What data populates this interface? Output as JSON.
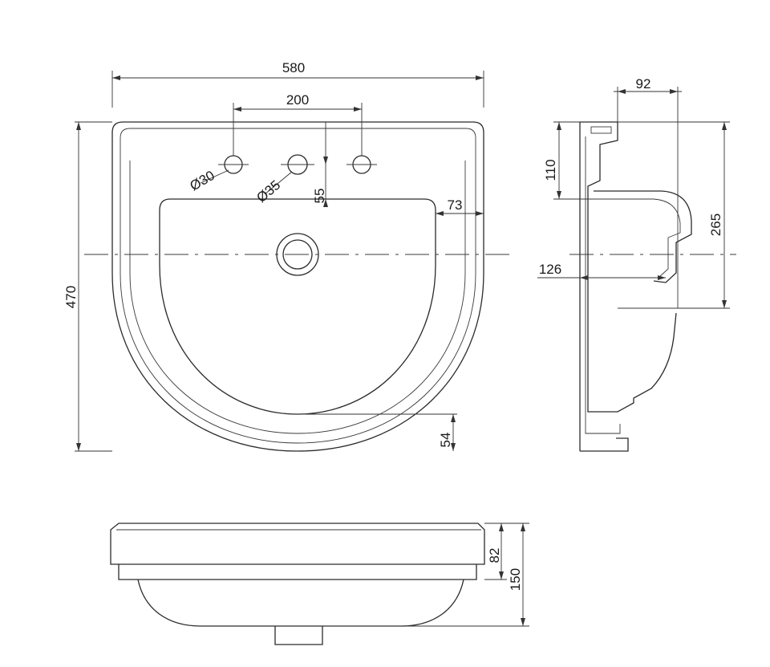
{
  "dimensions": {
    "overall_width": "580",
    "tap_hole_spacing": "200",
    "tap_hole_diameter": "Ø30",
    "center_hole_diameter": "Ø35",
    "hole_to_bowl": "55",
    "bowl_inset": "73",
    "overall_depth": "470",
    "front_rim": "54",
    "side_top_width": "92",
    "side_upper_height": "110",
    "side_bracket_height": "265",
    "side_overflow_depth": "126",
    "front_rim_height": "82",
    "front_total_height": "150"
  }
}
